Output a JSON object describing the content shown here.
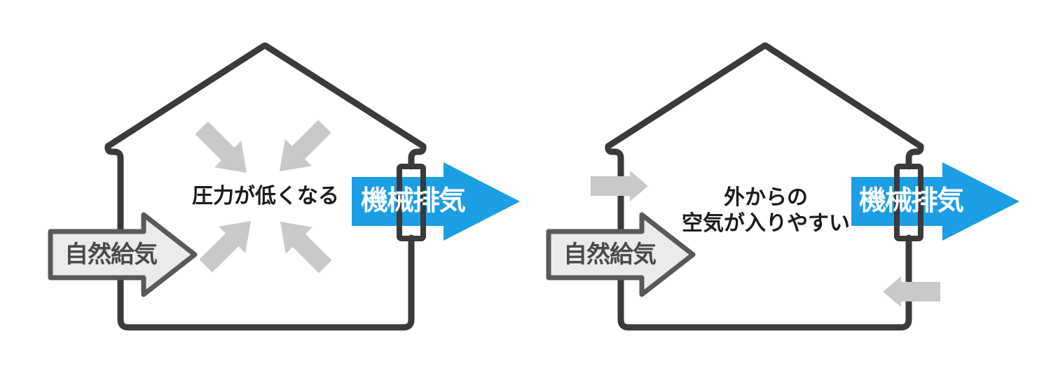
{
  "colors": {
    "outline_dark": "#3a3a3a",
    "exhaust_blue": "#1b9ee4",
    "inward_arrow_gray": "#c9c9c9",
    "supply_arrow_fill": "#ebebeb",
    "supply_arrow_stroke": "#58595b",
    "supply_label_color": "#4a4a4a",
    "center_text_color": "#1c1c1c",
    "exhaust_label_color": "#ffffff"
  },
  "left_diagram": {
    "center_text": "圧力が低くなる",
    "supply_arrow": {
      "label": "自然給気"
    },
    "exhaust_arrow": {
      "label": "機械排気"
    },
    "inward_arrows_count": 4
  },
  "right_diagram": {
    "center_text_line1": "外からの",
    "center_text_line2": "空気が入りやすい",
    "supply_arrow": {
      "label": "自然給気"
    },
    "exhaust_arrow": {
      "label": "機械排気"
    },
    "inward_arrows_count": 2
  },
  "icons": {
    "house_outline": "house-icon",
    "exhaust_fan_duct": "fan-duct-icon",
    "inward_flow": "inward-arrow-icon"
  }
}
